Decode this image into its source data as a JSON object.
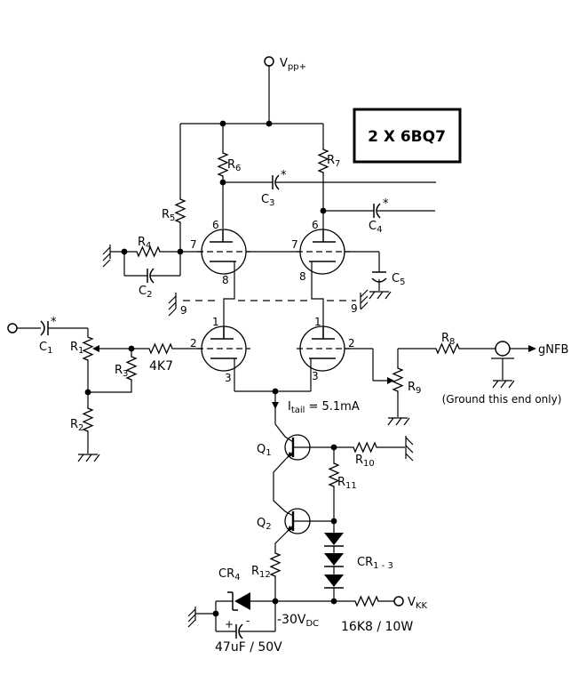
{
  "title_box": {
    "label": "2 X 6BQ7"
  },
  "colors": {
    "ink": "#000000",
    "background": "#ffffff"
  },
  "marks": {
    "star": "*",
    "plus": "+",
    "minus": "-"
  },
  "terminals": {
    "vpp": {
      "main": "V",
      "sub": "pp+"
    },
    "vkk": {
      "main": "V",
      "sub": "KK"
    },
    "gnfb": {
      "label": "gNFB",
      "note": "(Ground this end only)"
    }
  },
  "rails": {
    "neg30": {
      "main": "-30V",
      "sub": "DC"
    }
  },
  "resistors": {
    "r1": {
      "main": "R",
      "sub": "1"
    },
    "r2": {
      "main": "R",
      "sub": "2"
    },
    "r3": {
      "main": "R",
      "sub": "3"
    },
    "r4": {
      "main": "R",
      "sub": "4"
    },
    "r5": {
      "main": "R",
      "sub": "5"
    },
    "r6": {
      "main": "R",
      "sub": "6"
    },
    "r7": {
      "main": "R",
      "sub": "7"
    },
    "r8": {
      "main": "R",
      "sub": "8"
    },
    "r9": {
      "main": "R",
      "sub": "9"
    },
    "r10": {
      "main": "R",
      "sub": "10"
    },
    "r11": {
      "main": "R",
      "sub": "11"
    },
    "r12": {
      "main": "R",
      "sub": "12"
    },
    "grid_stopper_value": "4K7",
    "bias_resistor_value": "16K8 / 10W"
  },
  "capacitors": {
    "c1": {
      "main": "C",
      "sub": "1"
    },
    "c2": {
      "main": "C",
      "sub": "2"
    },
    "c3": {
      "main": "C",
      "sub": "3"
    },
    "c4": {
      "main": "C",
      "sub": "4"
    },
    "c5": {
      "main": "C",
      "sub": "5"
    },
    "electrolytic_value": "47uF / 50V"
  },
  "semiconductors": {
    "q1": {
      "main": "Q",
      "sub": "1"
    },
    "q2": {
      "main": "Q",
      "sub": "2"
    },
    "cr13": {
      "main": "CR",
      "sub": "1 - 3"
    },
    "cr4": {
      "main": "CR",
      "sub": "4"
    }
  },
  "annotations": {
    "tail_current": {
      "main": "I",
      "sub": "tail",
      "value": "= 5.1mA"
    }
  },
  "tube_pins": {
    "upper_left": {
      "plate": "6",
      "grid": "7",
      "cathode": "8"
    },
    "upper_right": {
      "plate": "6",
      "grid": "7",
      "cathode": "8"
    },
    "lower_left": {
      "plate": "1",
      "grid": "2",
      "cathode": "3"
    },
    "lower_right": {
      "plate": "1",
      "grid": "2",
      "cathode": "3"
    },
    "shield_left": "9",
    "shield_right": "9"
  }
}
